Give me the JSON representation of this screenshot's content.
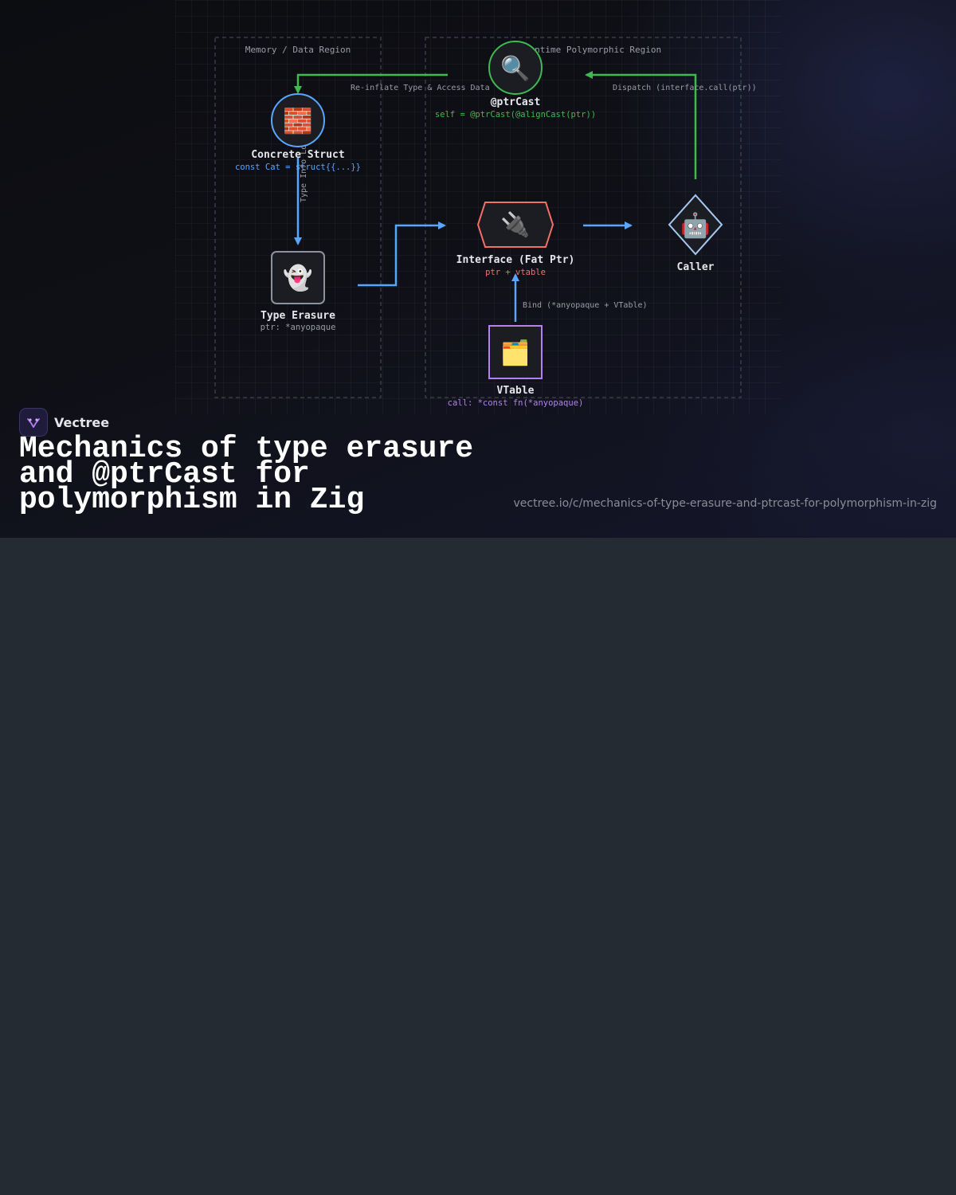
{
  "regions": {
    "memory_label": "Memory / Data Region",
    "runtime_label": "Runtime Polymorphic Region"
  },
  "nodes": {
    "ptrcast": {
      "title": "@ptrCast",
      "subtitle": "self = @ptrCast(@alignCast(ptr))",
      "icon": "🔍",
      "icon_name": "magnifier-icon",
      "color": "#3fb950"
    },
    "concrete": {
      "title": "Concrete Struct",
      "subtitle": "const Cat = struct{{...}}",
      "icon": "🧱",
      "icon_name": "brick-icon",
      "color": "#58a6ff"
    },
    "erasure": {
      "title": "Type Erasure",
      "subtitle": "ptr: *anyopaque",
      "icon": "👻",
      "icon_name": "ghost-icon",
      "color": "#8b949e"
    },
    "interface": {
      "title": "Interface (Fat Ptr)",
      "subtitle": "ptr + vtable",
      "icon": "🔌",
      "icon_name": "plug-icon",
      "color": "#f47067"
    },
    "caller": {
      "title": "Caller",
      "icon": "🤖",
      "icon_name": "robot-icon",
      "color": "#a5c8f0"
    },
    "vtable": {
      "title": "VTable",
      "subtitle": "call: *const fn(*anyopaque)",
      "icon": "🗂️",
      "icon_name": "card-index-icon",
      "color": "#b083f0"
    }
  },
  "edges": {
    "reinflate": "Re-inflate Type & Access Data",
    "dispatch": "Dispatch (interface.call(ptr))",
    "type_info": "Type Info Lost",
    "bind": "Bind (*anyopaque + VTable)"
  },
  "colors": {
    "blue": "#58a6ff",
    "green": "#3fb950"
  },
  "brand": {
    "name": "Vectree"
  },
  "title": "Mechanics of type erasure and @ptrCast for polymorphism in Zig",
  "url": "vectree.io/c/mechanics-of-type-erasure-and-ptrcast-for-polymorphism-in-zig"
}
